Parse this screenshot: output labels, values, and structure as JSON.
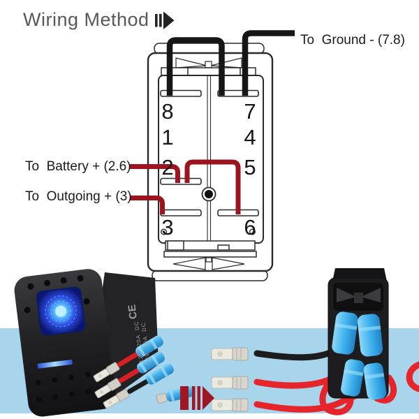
{
  "title": {
    "text": "Wiring Method"
  },
  "diagram": {
    "ground_label": "To  Ground - (7.8)",
    "battery_label": "To  Battery + (2.6)",
    "outgoing_label": "To  Outgoing + (3)",
    "terminals": {
      "left": [
        "8",
        "1",
        "2",
        "3"
      ],
      "right": [
        "7",
        "4",
        "5",
        "6"
      ]
    },
    "wire_colors": {
      "ground": "#161616",
      "positive": "#9b1420"
    }
  },
  "product": {
    "side_markings": {
      "ce": "CE",
      "line1": "12V  20A  DC",
      "line2": "24V  10A  DC"
    }
  },
  "colors": {
    "band_blue": "#a8d5ec",
    "accent_red": "#9e1722",
    "title_gray": "#58585a",
    "connector_blue": "#45aee8",
    "photo_wire_red": "#e6242b",
    "photo_wire_black": "#1c1c1e"
  }
}
